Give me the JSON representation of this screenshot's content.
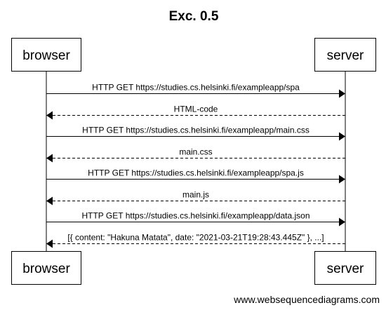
{
  "diagram": {
    "title": "Exc. 0.5",
    "participants": [
      {
        "id": "browser",
        "label": "browser"
      },
      {
        "id": "server",
        "label": "server"
      }
    ],
    "messages": [
      {
        "from": "browser",
        "to": "server",
        "label": "HTTP GET https://studies.cs.helsinki.fi/exampleapp/spa",
        "style": "solid"
      },
      {
        "from": "server",
        "to": "browser",
        "label": "HTML-code",
        "style": "dashed"
      },
      {
        "from": "browser",
        "to": "server",
        "label": "HTTP GET https://studies.cs.helsinki.fi/exampleapp/main.css",
        "style": "solid"
      },
      {
        "from": "server",
        "to": "browser",
        "label": "main.css",
        "style": "dashed"
      },
      {
        "from": "browser",
        "to": "server",
        "label": "HTTP GET https://studies.cs.helsinki.fi/exampleapp/spa.js",
        "style": "solid"
      },
      {
        "from": "server",
        "to": "browser",
        "label": "main.js",
        "style": "dashed"
      },
      {
        "from": "browser",
        "to": "server",
        "label": "HTTP GET https://studies.cs.helsinki.fi/exampleapp/data.json",
        "style": "solid"
      },
      {
        "from": "server",
        "to": "browser",
        "label": "[{ content: \"Hakuna Matata\", date: \"2021-03-21T19:28:43.445Z\" }, ...]",
        "style": "dashed"
      }
    ],
    "credit": "www.websequencediagrams.com"
  }
}
